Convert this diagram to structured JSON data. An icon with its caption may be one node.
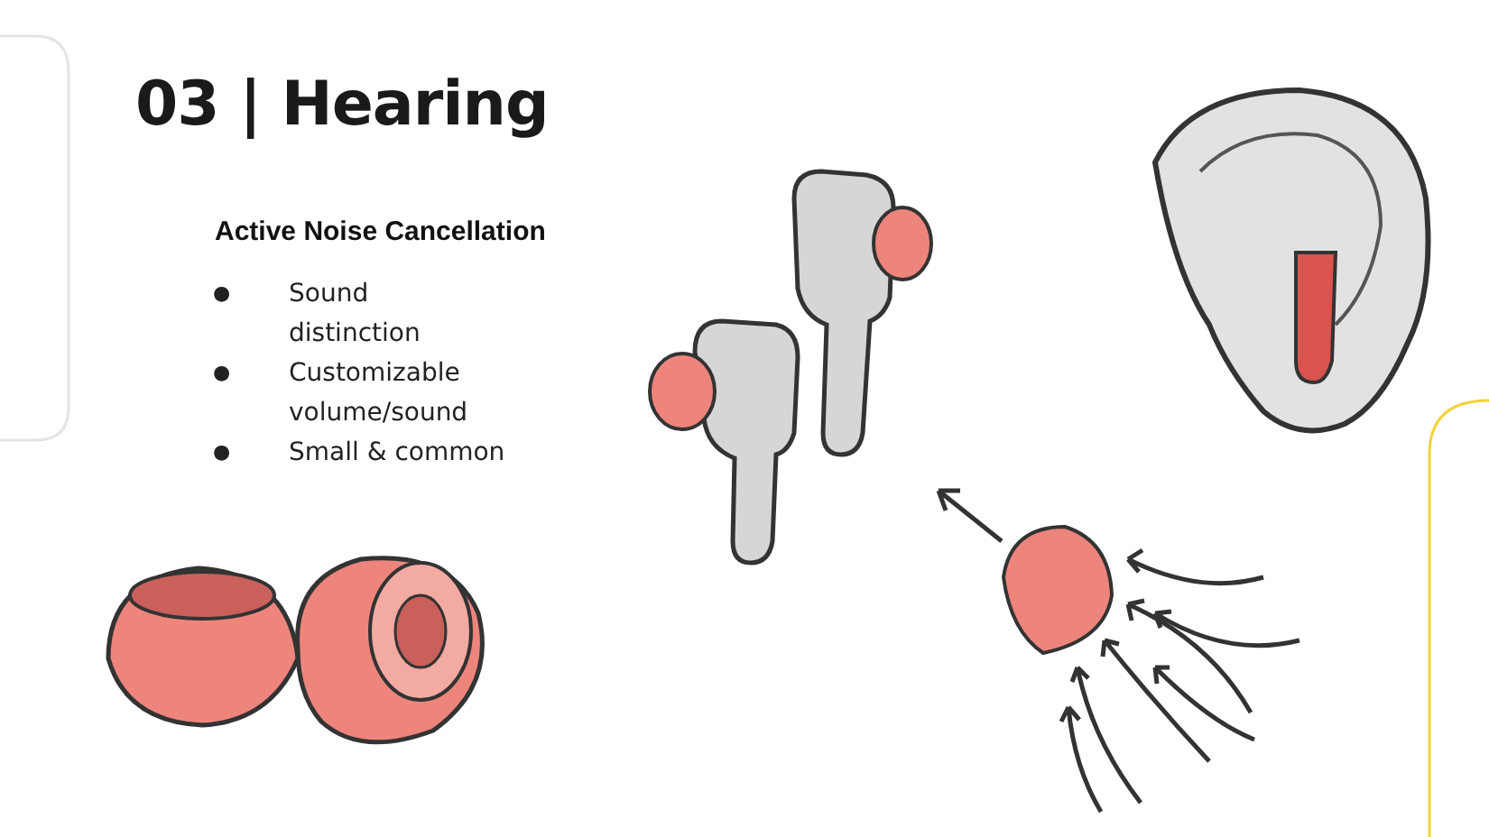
{
  "diagram": {
    "title": "03 | Hearing",
    "labels": [
      "Active Noise Cancellation",
      "●",
      "Sound distinction",
      "●",
      "Customizable volume/sound",
      "●",
      "Small & common"
    ]
  }
}
